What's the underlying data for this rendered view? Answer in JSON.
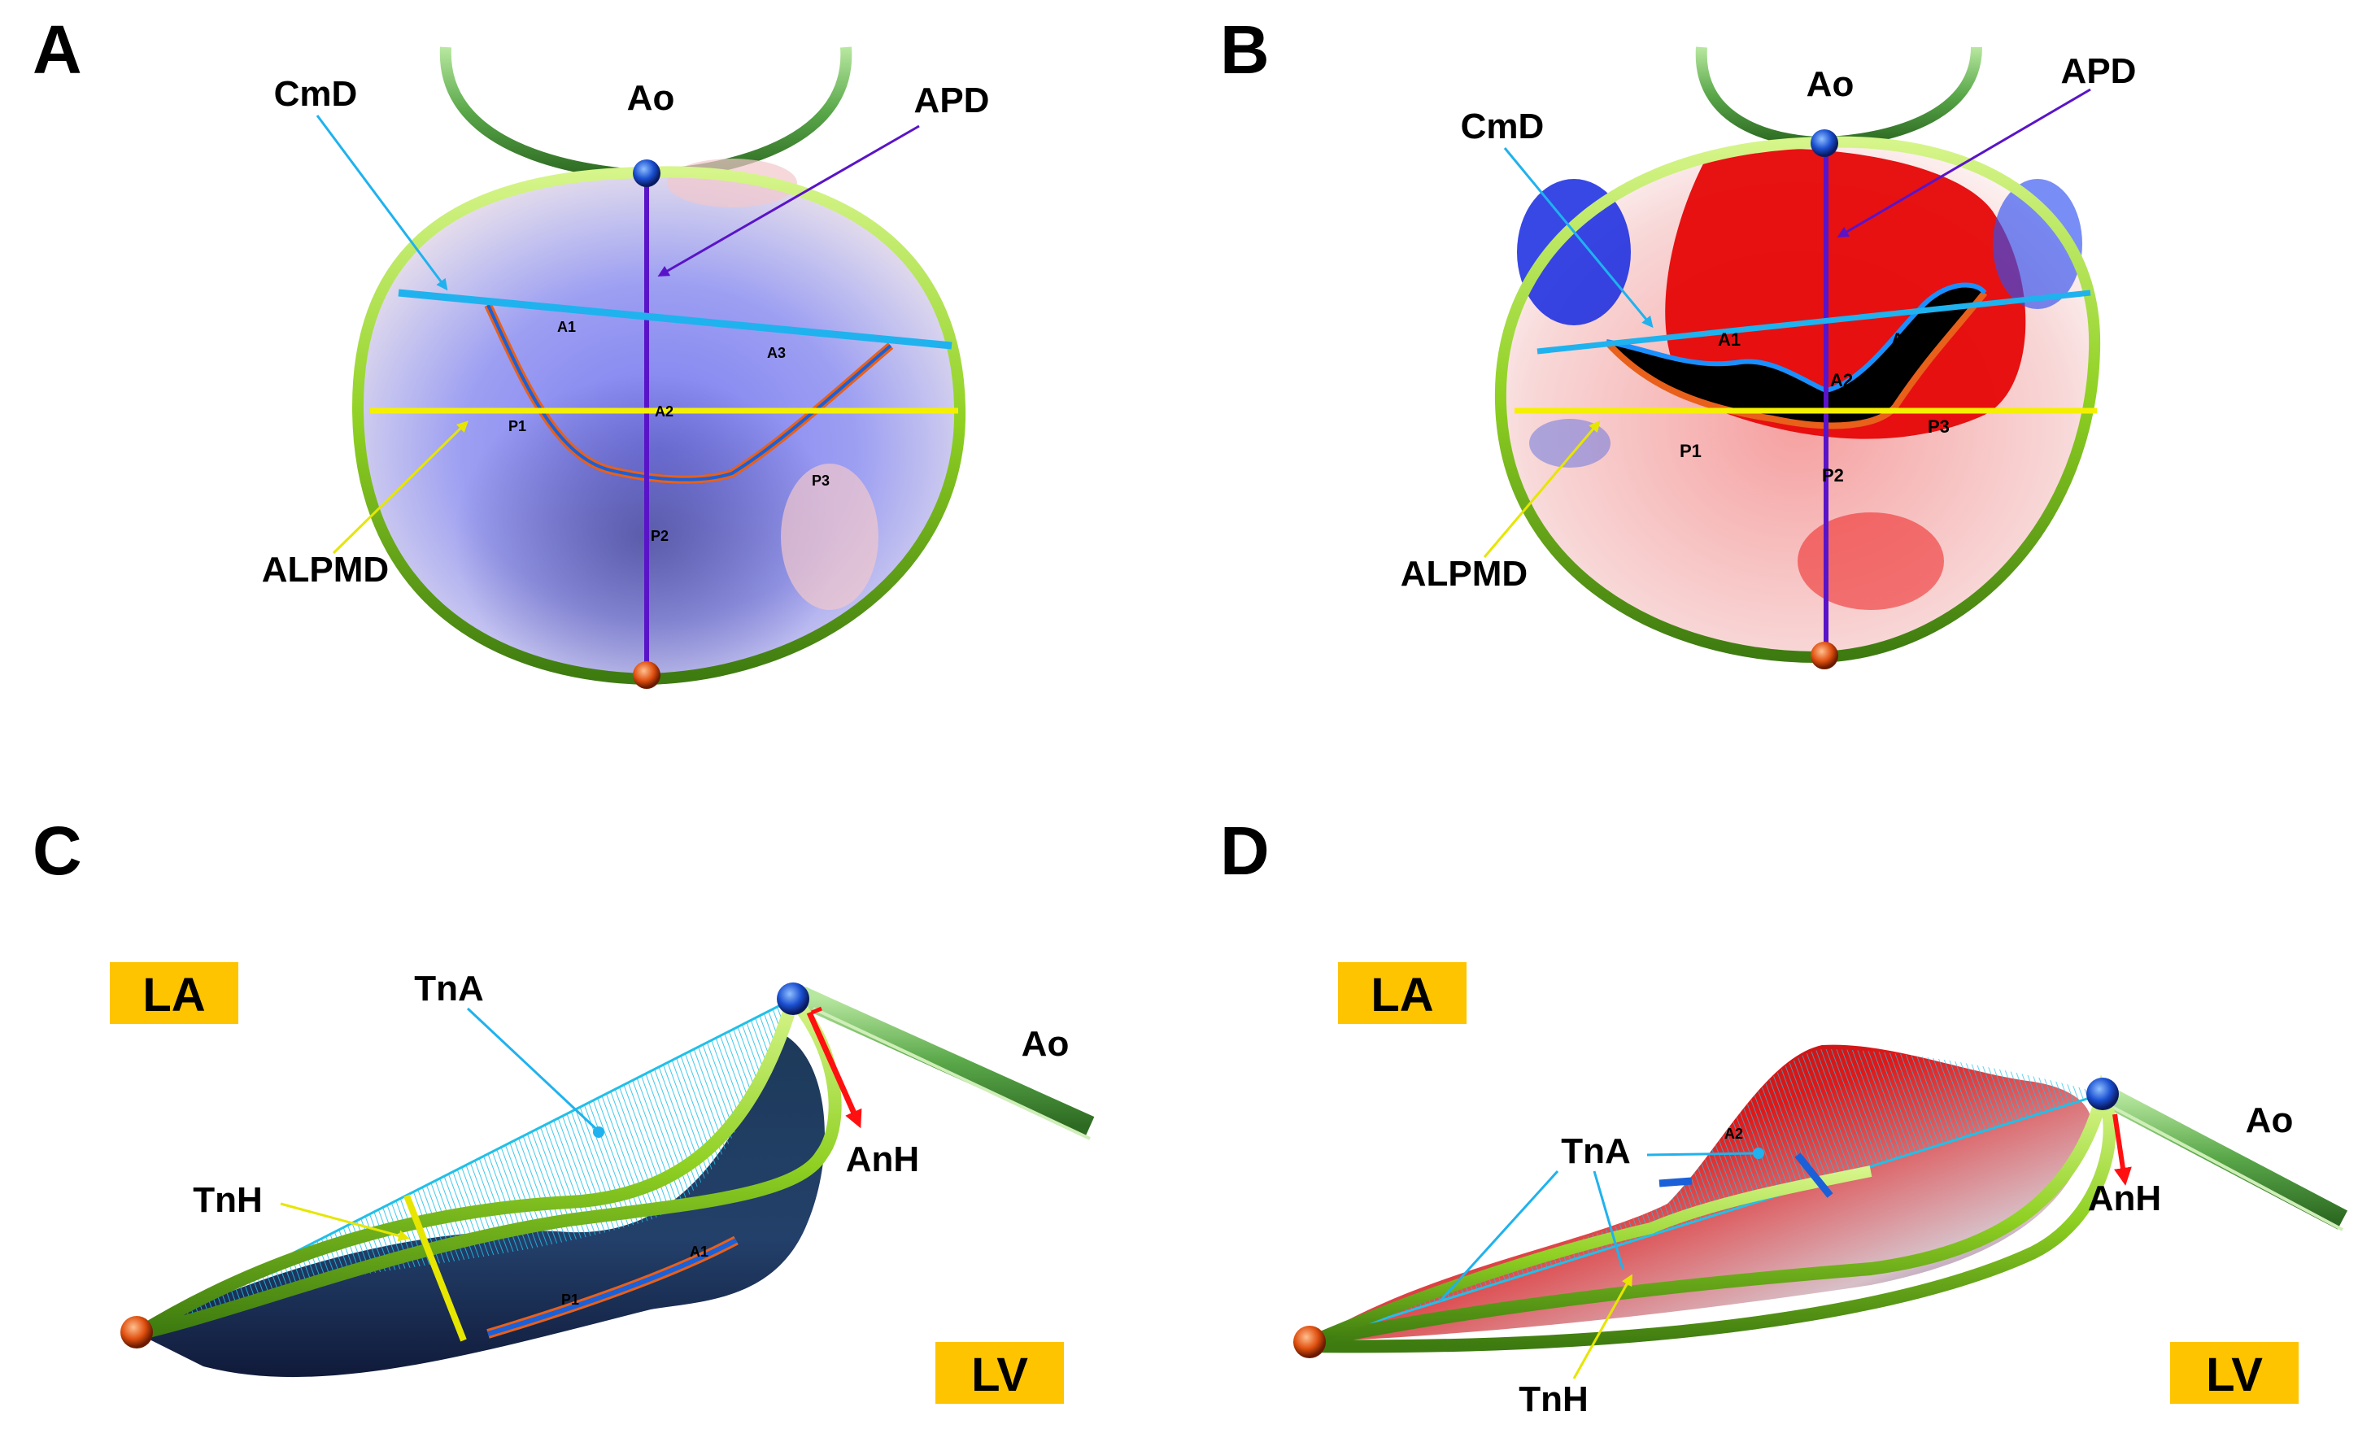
{
  "panels": {
    "A": {
      "letter": "A",
      "ao": "Ao",
      "cmd": "CmD",
      "apd": "APD",
      "alpmd": "ALPMD",
      "seg_a1": "A1",
      "seg_a2": "A2",
      "seg_a3": "A3",
      "seg_p1": "P1",
      "seg_p2": "P2",
      "seg_p3": "P3"
    },
    "B": {
      "letter": "B",
      "ao": "Ao",
      "cmd": "CmD",
      "apd": "APD",
      "alpmd": "ALPMD",
      "seg_a1": "A1",
      "seg_a2": "A2",
      "seg_a3": "A",
      "seg_p1": "P1",
      "seg_p2": "P2",
      "seg_p3": "P3"
    },
    "C": {
      "letter": "C",
      "la": "LA",
      "lv": "LV",
      "ao": "Ao",
      "tna": "TnA",
      "tnh": "TnH",
      "anh": "AnH",
      "seg_a1": "A1",
      "seg_p": "P1"
    },
    "D": {
      "letter": "D",
      "la": "LA",
      "lv": "LV",
      "ao": "Ao",
      "tna": "TnA",
      "tnh": "TnH",
      "anh": "AnH",
      "seg_a2": "A2"
    }
  },
  "colors": {
    "annulus_green": "#8fd022",
    "cmd_line": "#1fb2ee",
    "apd_line": "#5a14c8",
    "alpmd_line": "#f4f000",
    "anh_arrow": "#ff1010",
    "tnh_line": "#e6e600",
    "chamber_badge": "#fec400",
    "blue_marker": "#1a4fd0",
    "orange_marker": "#e05010"
  }
}
